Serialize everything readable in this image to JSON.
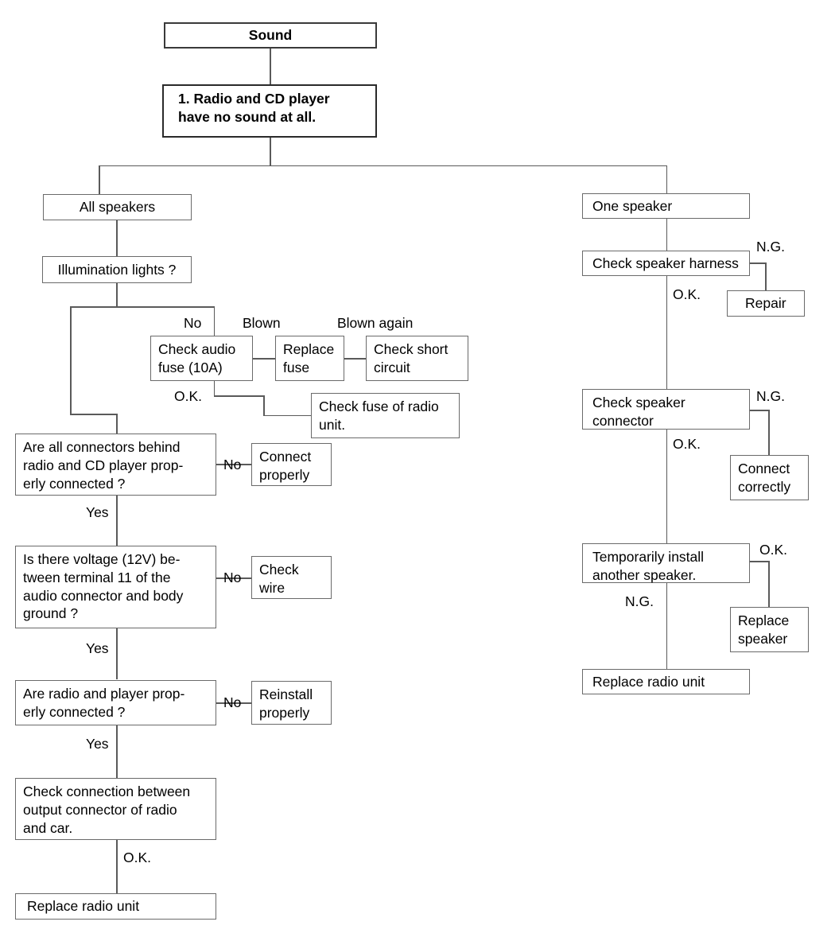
{
  "diagram": {
    "title": "Sound troubleshooting flowchart",
    "nodes": {
      "sound": "Sound",
      "symptom": "1. Radio and CD player\nhave no sound at all.",
      "all_speakers": "All speakers",
      "illumination": "Illumination lights ?",
      "check_audio_fuse": "Check audio\nfuse (10A)",
      "replace_fuse": "Replace\nfuse",
      "check_short_circuit": "Check short\ncircuit",
      "check_fuse_radio_unit": "Check fuse of radio\nunit.",
      "connectors_q": "Are all connectors behind\nradio and CD player prop-\nerly connected ?",
      "connect_properly": "Connect\nproperly",
      "voltage_q": "Is there voltage (12V) be-\ntween terminal 11 of the\naudio connector and body\nground ?",
      "check_wire": "Check\nwire",
      "radio_player_q": "Are radio and player prop-\nerly connected ?",
      "reinstall_properly": "Reinstall\nproperly",
      "check_connection_output": "Check connection between\noutput connector of radio\nand car.",
      "replace_radio_unit_left": "Replace radio unit",
      "one_speaker": "One speaker",
      "check_speaker_harness": "Check speaker harness",
      "repair": "Repair",
      "check_speaker_connector": "Check speaker\nconnector",
      "connect_correctly": "Connect\ncorrectly",
      "temporarily_install": "Temporarily install\nanother speaker.",
      "replace_speaker": "Replace\nspeaker",
      "replace_radio_unit_right": "Replace radio unit"
    },
    "edge_labels": {
      "no_fuse": "No",
      "blown": "Blown",
      "blown_again": "Blown again",
      "ok_fuse": "O.K.",
      "no_connectors": "No",
      "yes_connectors": "Yes",
      "no_voltage": "No",
      "yes_voltage": "Yes",
      "no_radio_player": "No",
      "yes_radio_player": "Yes",
      "ok_connection": "O.K.",
      "ng_harness": "N.G.",
      "ok_harness": "O.K.",
      "ng_connector": "N.G.",
      "ok_connector": "O.K.",
      "ok_temp_install": "O.K.",
      "ng_temp_install": "N.G."
    },
    "colors": {
      "border": "#6a6a6a",
      "line": "#5a5a5a",
      "text": "#000000",
      "background": "#ffffff"
    }
  }
}
